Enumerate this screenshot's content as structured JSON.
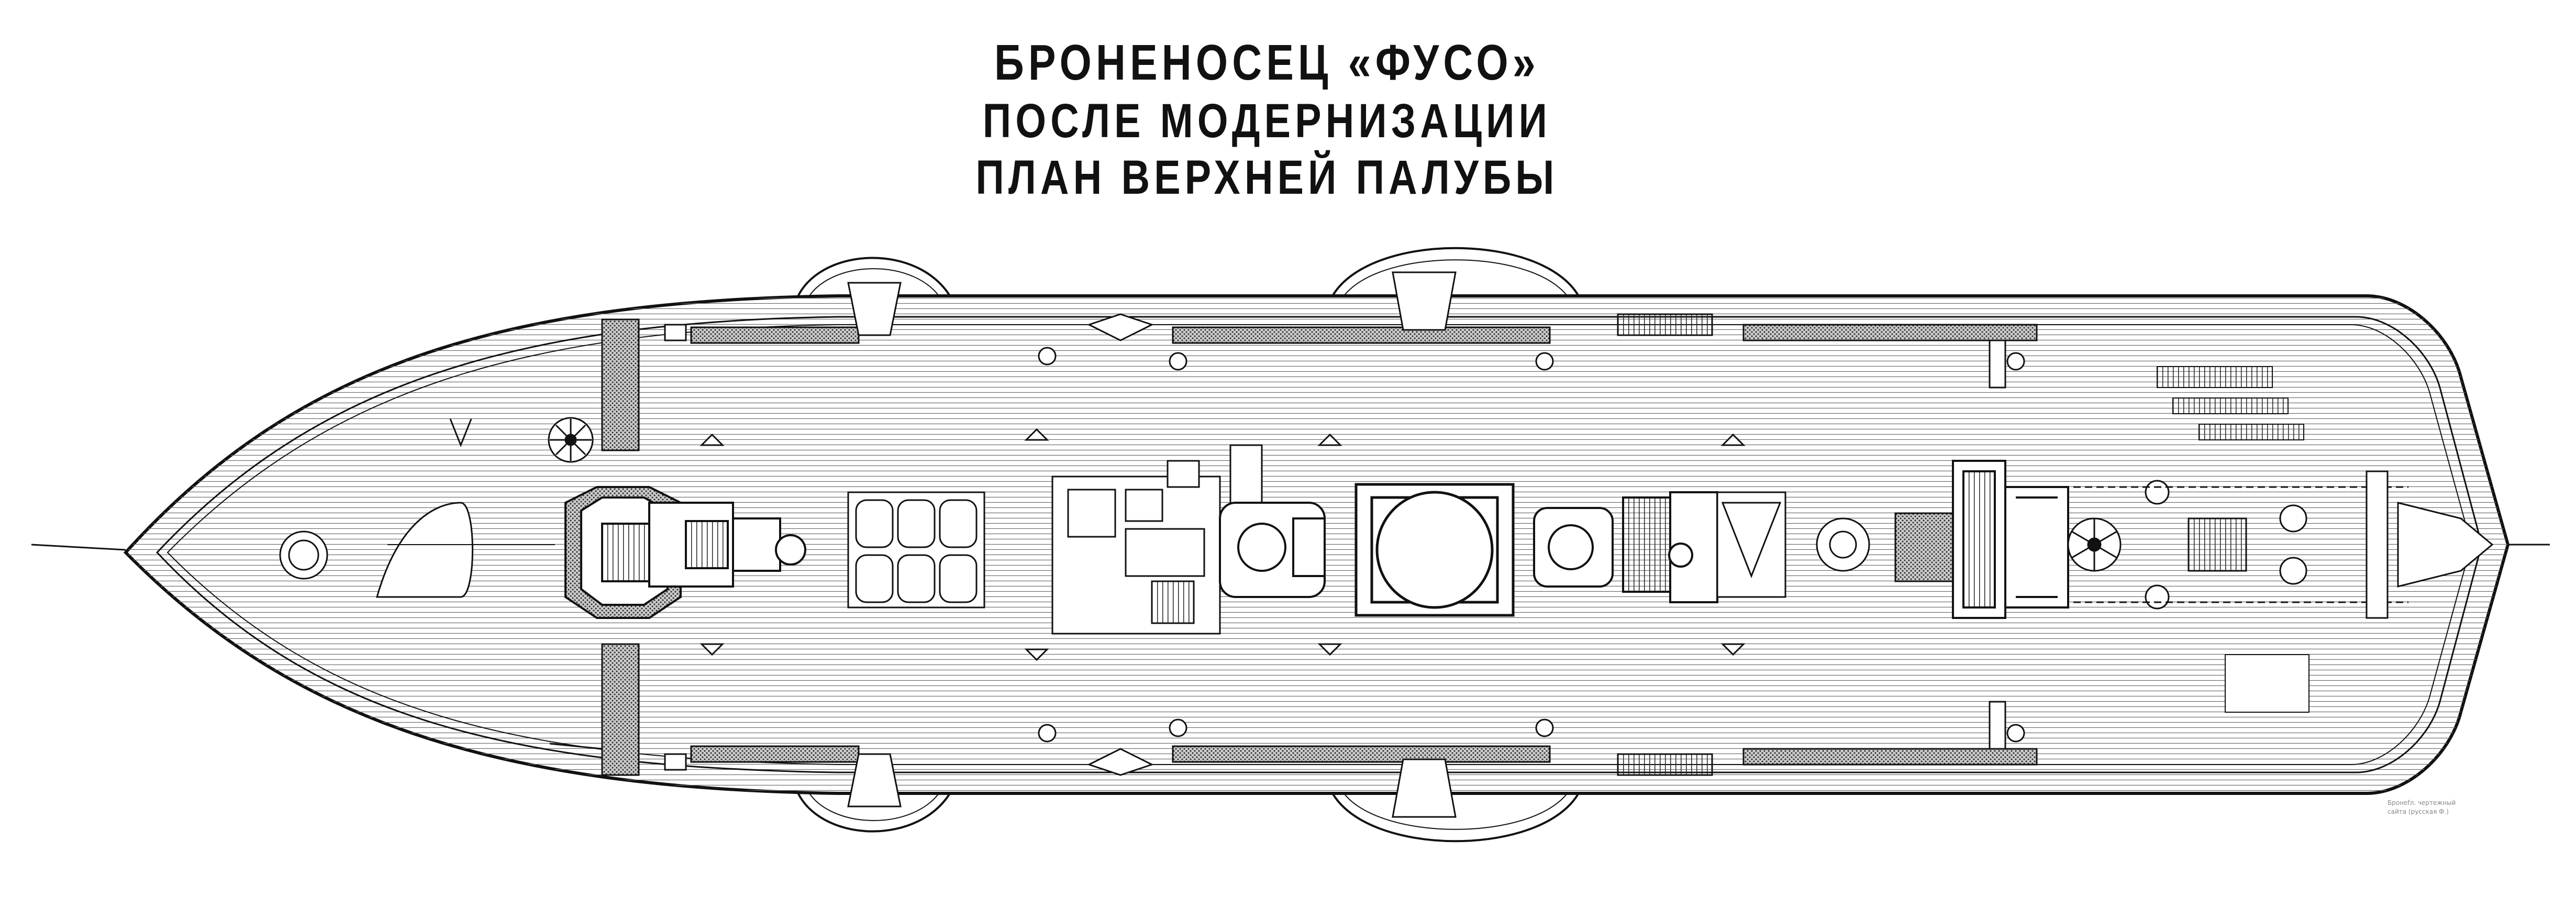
{
  "title": {
    "line1": "БРОНЕНОСЕЦ «ФУСО»",
    "line2": "ПОСЛЕ МОДЕРНИЗАЦИИ",
    "line3": "ПЛАН ВЕРХНЕЙ ПАЛУБЫ"
  },
  "credit": {
    "line1": "Бронеfл. чертежный",
    "line2": "сайта (русская Ф.)"
  },
  "colors": {
    "ink": "#111111",
    "deck_plank": "#555555",
    "hatch": "#777777",
    "paper": "#ffffff"
  },
  "icons": {
    "bow": "ship-bow-icon",
    "stern": "ship-stern-icon",
    "steering_wheel": "steering-wheel-icon",
    "funnel": "funnel-icon",
    "anchor_capstan": "capstan-icon"
  }
}
